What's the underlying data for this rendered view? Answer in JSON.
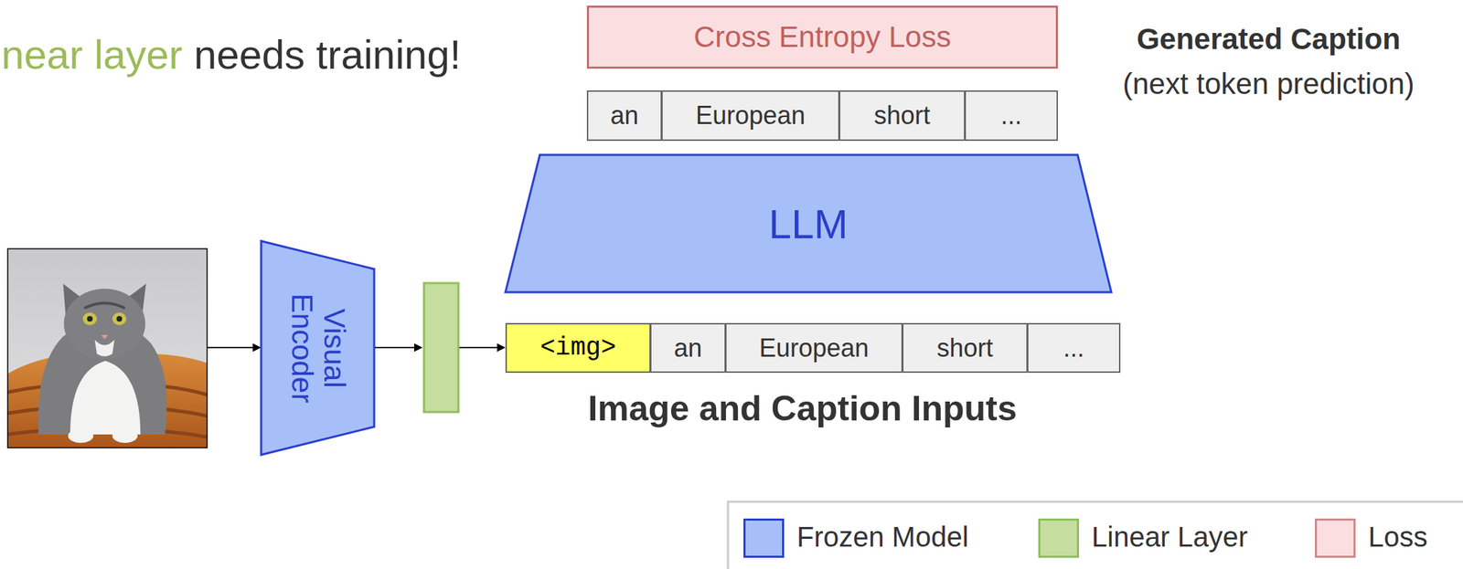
{
  "diagram": {
    "nodes": [
      {
        "text": [
          "Cross Entropy Loss"
        ]
      },
      {
        "text": [
          "an"
        ]
      },
      {
        "text": [
          "European"
        ]
      },
      {
        "text": [
          "short"
        ]
      },
      {
        "text": [
          "..."
        ]
      },
      {
        "text": [
          "LLM"
        ]
      },
      {
        "text": [
          "Visual Encoder"
        ]
      },
      {
        "text": [
          "<img>"
        ]
      },
      {
        "text": [
          "an"
        ]
      },
      {
        "text": [
          "European"
        ]
      },
      {
        "text": [
          "short"
        ]
      },
      {
        "text": [
          "..."
        ]
      }
    ],
    "labels": [
      "near layer",
      "needs training!",
      "Generated Caption",
      "(next token prediction)",
      "Image and Caption Inputs"
    ],
    "legend": [
      {
        "text": "Frozen Model",
        "color": "#a6bff8"
      },
      {
        "text": "Linear Layer",
        "color": "#c5dea0"
      },
      {
        "text": "Loss",
        "color": "#fbdfe0"
      }
    ]
  }
}
